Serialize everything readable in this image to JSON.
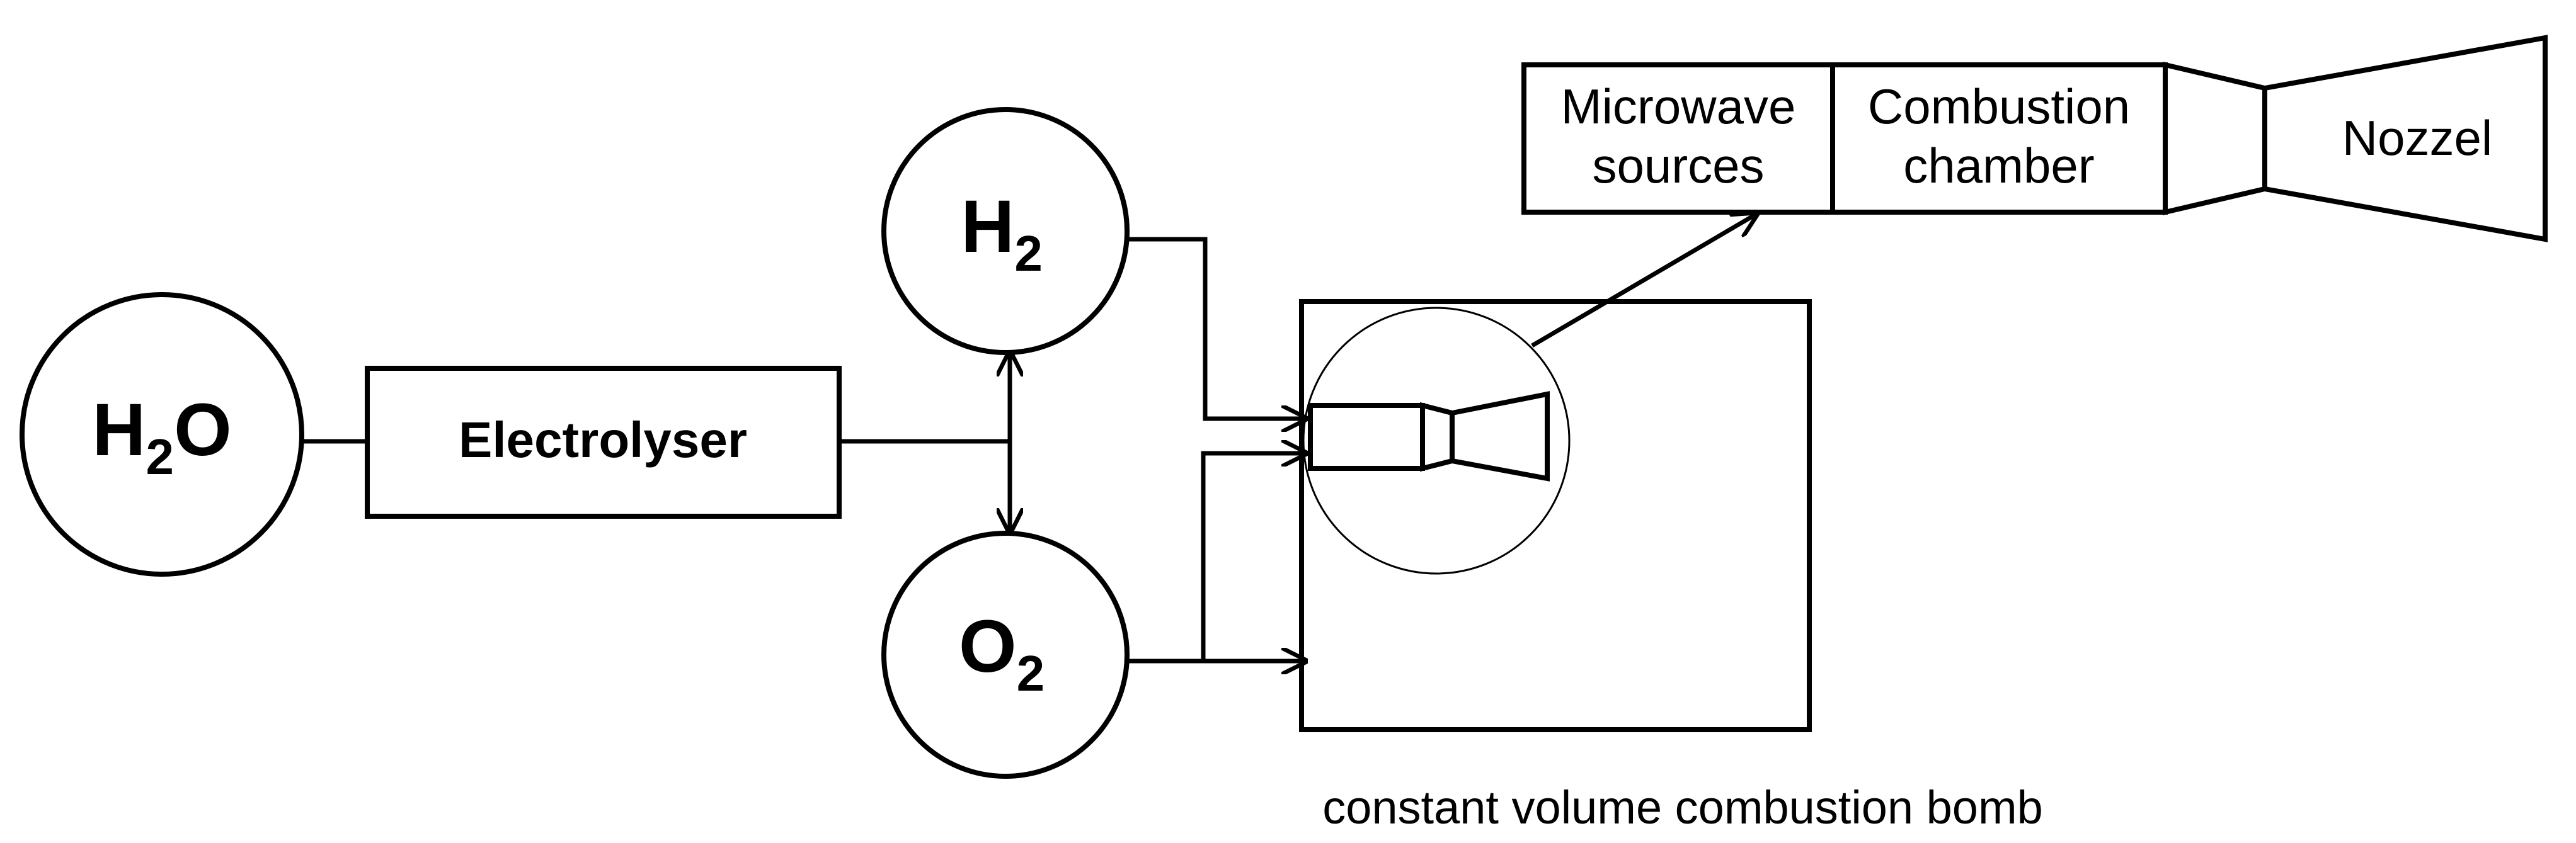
{
  "nodes": {
    "water": {
      "label": "H",
      "sub": "2",
      "suffix": "O"
    },
    "electrolyser": {
      "label": "Electrolyser"
    },
    "hydrogen": {
      "label": "H",
      "sub": "2"
    },
    "oxygen": {
      "label": "O",
      "sub": "2"
    },
    "microwave": {
      "line1": "Microwave",
      "line2": "sources"
    },
    "combustion_chamber": {
      "line1": "Combustion",
      "line2": "chamber"
    },
    "nozzle": {
      "label": "Nozzel"
    }
  },
  "captions": {
    "bomb": "constant volume combustion bomb"
  }
}
